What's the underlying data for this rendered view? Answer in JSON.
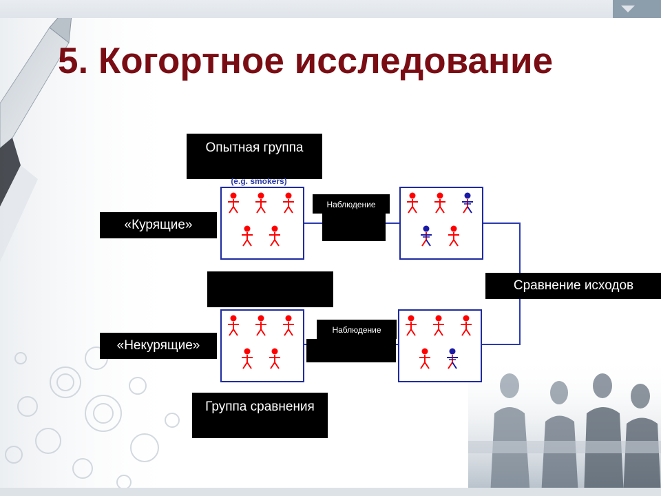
{
  "slide": {
    "title": "5. Когортное исследование"
  },
  "diagram": {
    "exposed_group_label": "Опытная группа",
    "exposed_group_sublabel": "(e.g. smokers)",
    "control_group_label": "Группа сравнения",
    "smokers_label": "«Курящие»",
    "nonsmokers_label": "«Некурящие»",
    "observation_top": "Наблюдение",
    "observation_bottom": "Наблюдение",
    "comparison_label": "Сравнение исходов"
  },
  "colors": {
    "title": "#7a0d14",
    "healthy_figure": "#ff0000",
    "affected_figure": "#1a1aa6",
    "box_border": "#1f2b9e",
    "connector": "#2a3ab0",
    "label_background": "#000000",
    "label_text": "#ffffff"
  },
  "groups": {
    "smokers_start": [
      "healthy",
      "healthy",
      "healthy",
      "healthy",
      "healthy"
    ],
    "smokers_end": [
      "healthy",
      "healthy",
      "affected",
      "affected",
      "healthy"
    ],
    "nonsmokers_start": [
      "healthy",
      "healthy",
      "healthy",
      "healthy",
      "healthy"
    ],
    "nonsmokers_end": [
      "healthy",
      "healthy",
      "healthy",
      "healthy",
      "affected"
    ]
  }
}
